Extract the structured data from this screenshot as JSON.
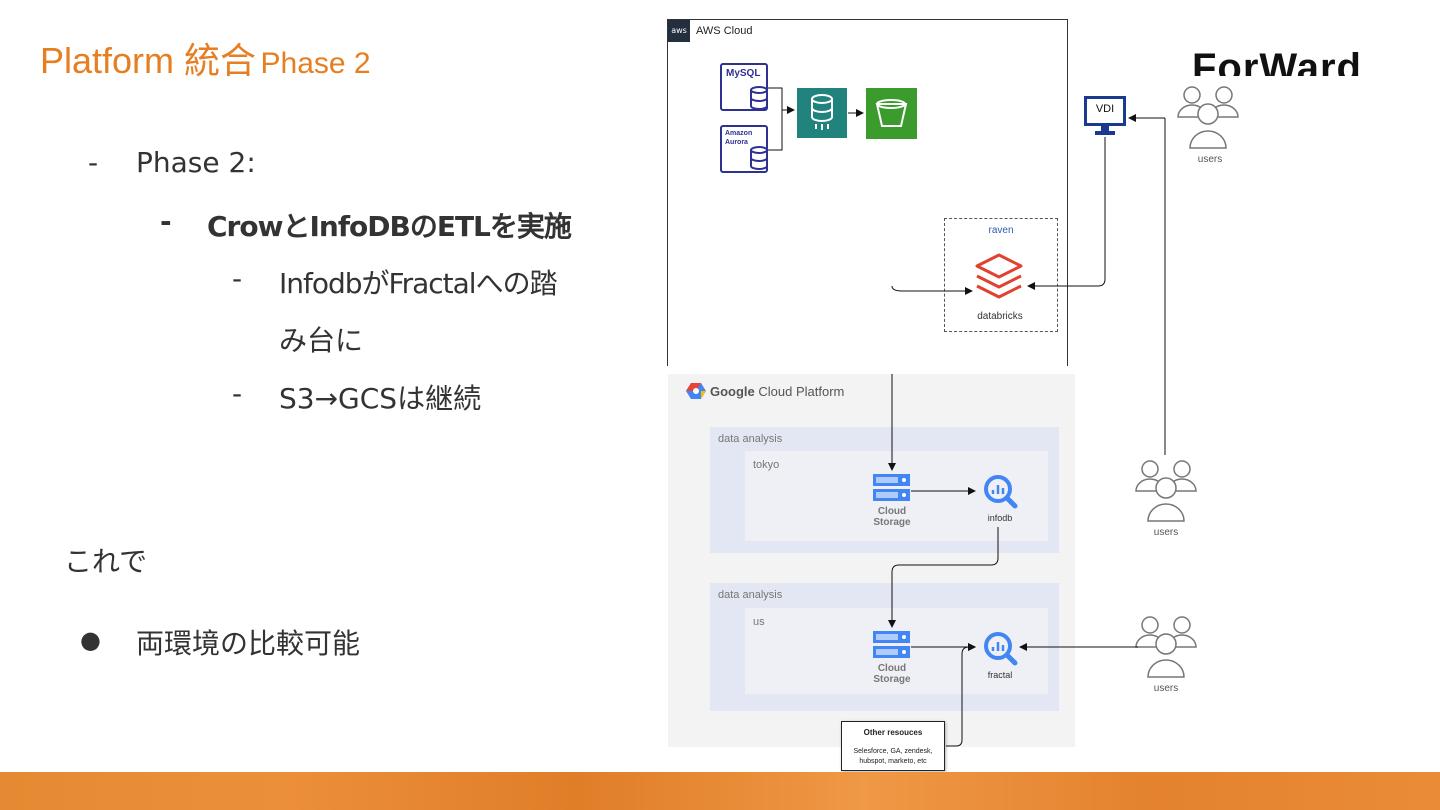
{
  "slide": {
    "title_main": "Platform 統合",
    "title_sub": "Phase 2",
    "bullets": {
      "l1_dash": "-",
      "l1_text": "Phase 2:",
      "l2_dash": "-",
      "l2_text": "CrowとInfoDBのETLを実施",
      "l3a_dash": "-",
      "l3a_line1": "InfodbがFractalへの踏",
      "l3a_line2": "み台に",
      "l3b_dash": "-",
      "l3b_text": "S3→GCSは継続"
    },
    "conclusion": "これで",
    "point_mark": "●",
    "point": "両環境の比較可能"
  },
  "logo": {
    "text": "ForWard"
  },
  "diagram": {
    "aws": {
      "icon": "aws",
      "label": "AWS Cloud",
      "mysql": "MySQL",
      "aurora_line1": "Amazon",
      "aurora_line2": "Aurora",
      "raven": "raven",
      "databricks": "databricks"
    },
    "vdi": "VDI",
    "users_top": "users",
    "users_mid": "users",
    "users_bottom": "users",
    "gcp": {
      "title_bold": "Google",
      "title_rest": " Cloud Platform",
      "region1": "data analysis",
      "zone1": "tokyo",
      "region2": "data analysis",
      "zone2": "us",
      "storage_line1": "Cloud",
      "storage_line2": "Storage",
      "storage2_line1": "Cloud",
      "storage2_line2": "Storage",
      "infodb": "infodb",
      "fractal": "fractal"
    },
    "other": {
      "title": "Other resouces",
      "line1": "Selesforce, GA, zendesk,",
      "line2": "hubspot, marketo, etc"
    }
  },
  "colors": {
    "title": "#e67e22",
    "footer": "#e58a32",
    "vdi_border": "#1a3a8f",
    "databricks": "#e2412f",
    "rds": "#2e3192",
    "glue": "#21837e",
    "s3": "#3c9b2d",
    "gcp_blue": "#4285f4"
  }
}
